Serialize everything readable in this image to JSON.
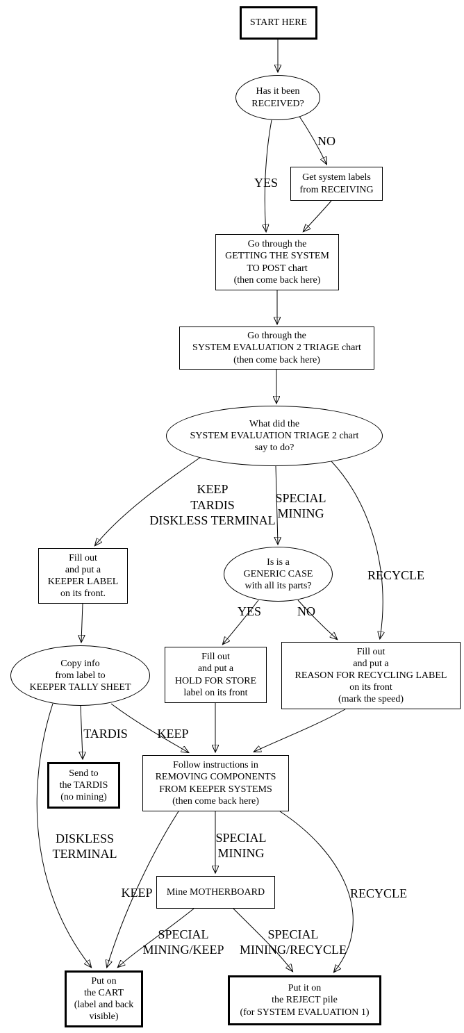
{
  "diagram": {
    "title": "Receiving triage flowchart",
    "colors": {
      "stroke": "#000000",
      "background": "#ffffff",
      "text": "#000000"
    },
    "nodes": {
      "start": {
        "shape": "bold-box",
        "text": "START HERE"
      },
      "received_q": {
        "shape": "ellipse",
        "text": "Has it been\nRECEIVED?"
      },
      "get_labels": {
        "shape": "box",
        "text": "Get system labels\nfrom RECEIVING"
      },
      "getting_system": {
        "shape": "box",
        "text": "Go through the\nGETTING THE SYSTEM\nTO POST chart\n(then come back here)"
      },
      "triage": {
        "shape": "box",
        "text": "Go through the\nSYSTEM EVALUATION 2 TRIAGE chart\n(then come back here)"
      },
      "what_did": {
        "shape": "ellipse",
        "text": "What did the\nSYSTEM EVALUATION TRIAGE 2 chart\nsay to do?"
      },
      "keeper_label": {
        "shape": "box",
        "text": "Fill out\nand put a\nKEEPER LABEL\non its front."
      },
      "generic_case": {
        "shape": "ellipse",
        "text": "Is is a\nGENERIC CASE\nwith all its parts?"
      },
      "hold_store": {
        "shape": "box",
        "text": "Fill out\nand put a\nHOLD FOR STORE\nlabel on its front"
      },
      "recycling_label": {
        "shape": "box",
        "text": "Fill out\nand put a\nREASON FOR RECYCLING LABEL\non its front\n(mark the speed)"
      },
      "copy_info": {
        "shape": "ellipse",
        "text": "Copy info\nfrom label to\nKEEPER TALLY SHEET"
      },
      "send_tardis": {
        "shape": "bold-box",
        "text": "Send to\nthe TARDIS\n(no mining)"
      },
      "follow_instructions": {
        "shape": "box",
        "text": "Follow instructions in\nREMOVING COMPONENTS\nFROM KEEPER SYSTEMS\n(then come back here)"
      },
      "mine_motherboard": {
        "shape": "box",
        "text": "Mine MOTHERBOARD"
      },
      "cart": {
        "shape": "bold-box",
        "text": "Put on\nthe CART\n(label and back\nvisible)"
      },
      "reject": {
        "shape": "bold-box",
        "text": "Put it on\nthe REJECT pile\n(for SYSTEM EVALUATION 1)"
      }
    },
    "edge_labels": {
      "no1": "NO",
      "yes1": "YES",
      "keep_tardis_diskless": "KEEP\nTARDIS\nDISKLESS TERMINAL",
      "special_mining1": "SPECIAL\nMINING",
      "recycle1": "RECYCLE",
      "yes2": "YES",
      "no2": "NO",
      "tardis": "TARDIS",
      "keep1": "KEEP",
      "diskless_terminal": "DISKLESS\nTERMINAL",
      "special_mining2": "SPECIAL\nMINING",
      "keep2": "KEEP",
      "recycle2": "RECYCLE",
      "special_mining_keep": "SPECIAL\nMINING/KEEP",
      "special_mining_recycle": "SPECIAL\nMINING/RECYCLE"
    }
  }
}
